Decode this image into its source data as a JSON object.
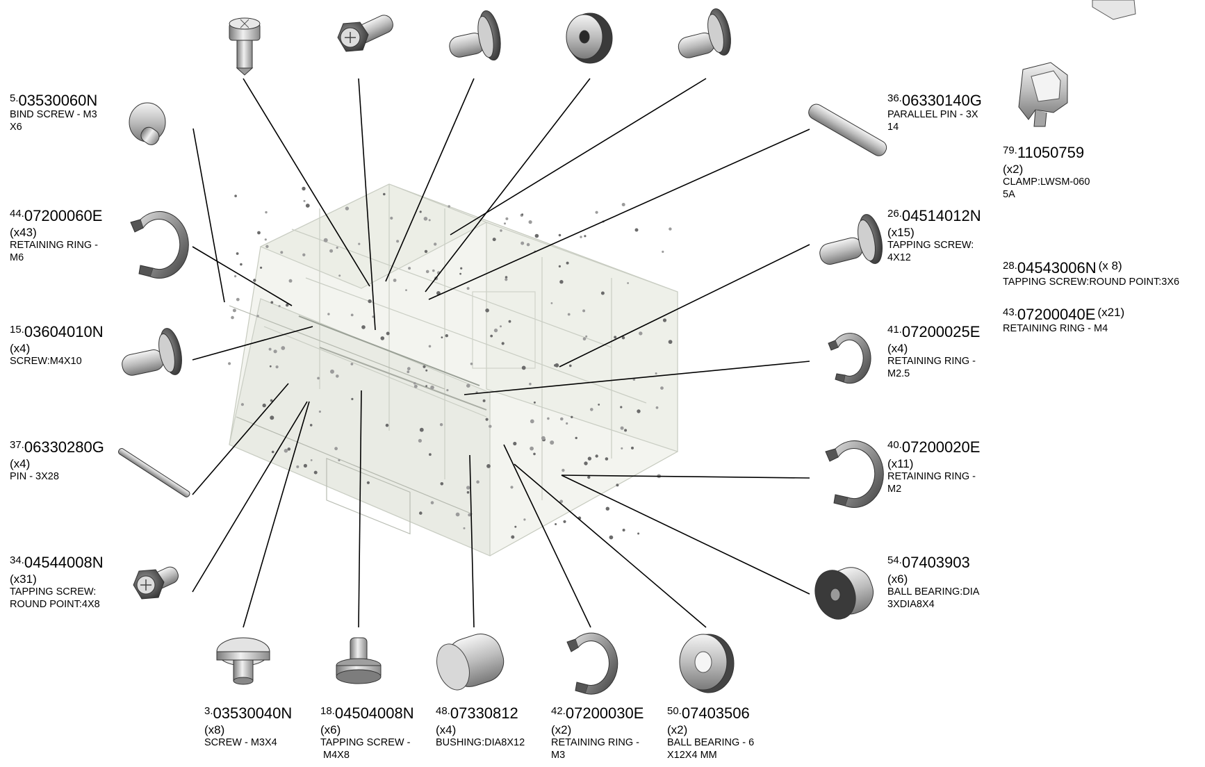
{
  "parts": [
    {
      "id": "p5",
      "index": "5.",
      "code": "03530060N",
      "qty": "",
      "desc": "BIND SCREW - M3\nX6"
    },
    {
      "id": "p44",
      "index": "44.",
      "code": "07200060E",
      "qty": "(x43)",
      "desc": "RETAINING RING -\nM6"
    },
    {
      "id": "p15",
      "index": "15.",
      "code": "03604010N",
      "qty": "(x4)",
      "desc": "SCREW:M4X10"
    },
    {
      "id": "p37",
      "index": "37.",
      "code": "06330280G",
      "qty": "(x4)",
      "desc": "PIN - 3X28"
    },
    {
      "id": "p34",
      "index": "34.",
      "code": "04544008N",
      "qty": "(x31)",
      "desc": "TAPPING SCREW:\nROUND POINT:4X8"
    },
    {
      "id": "p3",
      "index": "3.",
      "code": "03530040N",
      "qty": "(x8)",
      "desc": "SCREW - M3X4"
    },
    {
      "id": "p18",
      "index": "18.",
      "code": "04504008N",
      "qty": "(x6)",
      "desc": "TAPPING SCREW -\n M4X8"
    },
    {
      "id": "p48",
      "index": "48.",
      "code": "07330812",
      "qty": "(x4)",
      "desc": "BUSHING:DIA8X12"
    },
    {
      "id": "p42",
      "index": "42.",
      "code": "07200030E",
      "qty": "(x2)",
      "desc": "RETAINING RING -\nM3"
    },
    {
      "id": "p50",
      "index": "50.",
      "code": "07403506",
      "qty": "(x2)",
      "desc": "BALL BEARING - 6\nX12X4 MM"
    },
    {
      "id": "p36",
      "index": "36.",
      "code": "06330140G",
      "qty": "",
      "desc": "PARALLEL PIN - 3X\n14"
    },
    {
      "id": "p26",
      "index": "26.",
      "code": "04514012N",
      "qty": "(x15)",
      "desc": "TAPPING SCREW:\n4X12"
    },
    {
      "id": "p41",
      "index": "41.",
      "code": "07200025E",
      "qty": "(x4)",
      "desc": "RETAINING RING -\nM2.5"
    },
    {
      "id": "p40",
      "index": "40.",
      "code": "07200020E",
      "qty": "(x11)",
      "desc": "RETAINING RING -\nM2"
    },
    {
      "id": "p54",
      "index": "54.",
      "code": "07403903",
      "qty": "(x6)",
      "desc": "BALL BEARING:DIA\n3XDIA8X4"
    },
    {
      "id": "p79",
      "index": "79.",
      "code": "11050759",
      "qty": "(x2)",
      "desc": "CLAMP:LWSM-060\n5A"
    },
    {
      "id": "p28",
      "index": "28.",
      "code": "04543006N",
      "qty": "(x 8)",
      "desc": "TAPPING SCREW:ROUND POINT:3X6"
    },
    {
      "id": "p43",
      "index": "43.",
      "code": "07200040E",
      "qty": "(x21)",
      "desc": "RETAINING RING - M4"
    }
  ]
}
